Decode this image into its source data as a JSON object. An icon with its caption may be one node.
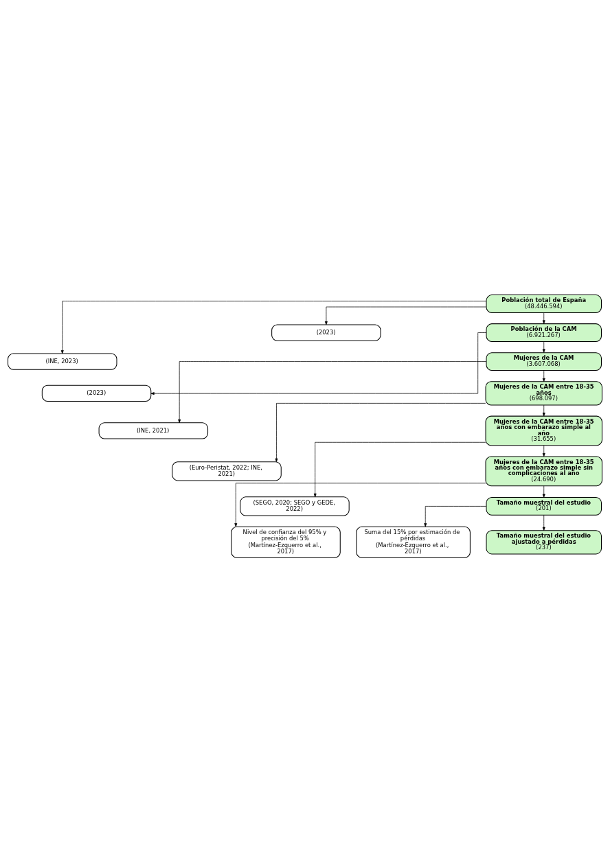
{
  "diagram": {
    "nodes": [
      {
        "text": [
          "(INE, 2023)"
        ]
      },
      {
        "text": [
          "Población total de España",
          "(48.446.594)"
        ]
      },
      {
        "text": [
          "(2023)"
        ]
      },
      {
        "text": [
          "Población de la CAM",
          "(6.921.267)"
        ]
      },
      {
        "text": [
          "(2023)"
        ]
      },
      {
        "text": [
          "Mujeres de la CAM",
          "(3.607.068)"
        ]
      },
      {
        "text": [
          "(INE, 2021)"
        ]
      },
      {
        "text": [
          "Mujeres de la CAM entre 18-35 años",
          "(698.097)"
        ]
      },
      {
        "text": [
          "(Euro-Peristat, 2022; INE, 2021)"
        ]
      },
      {
        "text": [
          "Mujeres de la CAM entre 18-35 años con embarazo simple al año",
          "(31.655)"
        ]
      },
      {
        "text": [
          "(SEGO, 2020; SEGO y GEDE, 2022)"
        ]
      },
      {
        "text": [
          "Mujeres de la CAM entre 18-35 años con embarazo simple sin complicaciones al año",
          "(24.690)"
        ]
      },
      {
        "text": [
          "Nivel de confianza del 95% y precisión del 5%",
          "(Martínez-Ezquerro et al., 2017)"
        ]
      },
      {
        "text": [
          "Tamaño muestral del estudio",
          "(201)"
        ]
      },
      {
        "text": [
          "Suma del 15% por estimación de pérdidas",
          "(Martínez-Ezquerro et al., 2017)"
        ]
      },
      {
        "text": [
          "Tamaño muestral del estudio ajustado a pérdidas",
          "(237)"
        ]
      }
    ],
    "edges": [
      {
        "from": 1,
        "to": 0,
        "arrow": "to"
      },
      {
        "from": 1,
        "to": 3,
        "arrow": "to"
      },
      {
        "from": 1,
        "to": 2,
        "arrow": "to"
      },
      {
        "from": 3,
        "to": 5,
        "arrow": "to"
      },
      {
        "from": 3,
        "to": 4,
        "arrow": "to"
      },
      {
        "from": 5,
        "to": 7,
        "arrow": "to"
      },
      {
        "from": 5,
        "to": 6,
        "arrow": "to"
      },
      {
        "from": 7,
        "to": 9,
        "arrow": "to"
      },
      {
        "from": 7,
        "to": 8,
        "arrow": "to"
      },
      {
        "from": 9,
        "to": 11,
        "arrow": "to"
      },
      {
        "from": 9,
        "to": 10,
        "arrow": "to"
      },
      {
        "from": 11,
        "to": 13,
        "arrow": "to"
      },
      {
        "from": 11,
        "to": 12,
        "arrow": "to"
      },
      {
        "from": 13,
        "to": 15,
        "arrow": "to"
      },
      {
        "from": 13,
        "to": 14,
        "arrow": "to"
      }
    ]
  }
}
